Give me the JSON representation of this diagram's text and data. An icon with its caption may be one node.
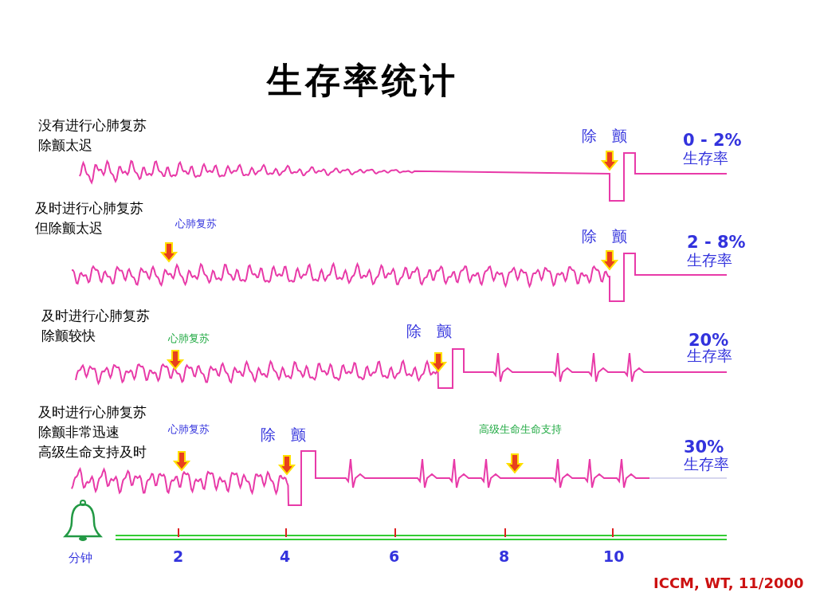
{
  "diagram": {
    "title": "生存率统计",
    "labels": [
      "没有进行心肺复苏",
      "除颤太迟",
      "除　颤",
      "0 - 2%",
      "生存率",
      "及时进行心肺复苏",
      "但除颤太迟",
      "心肺复苏",
      "除　颤",
      "2 - 8%",
      "生存率",
      "及时进行心肺复苏",
      "除颤较快",
      "除　颤",
      "心肺复苏",
      "20%",
      "生存率",
      "及时进行心肺复苏",
      "除颤非常迅速",
      "心肺复苏",
      "除　颤",
      "高级生命生命支持",
      "30%",
      "生存率",
      "高级生命支持及时",
      "分钟",
      "2",
      "4",
      "6",
      "8",
      "10",
      "ICCM, WT, 11/2000"
    ]
  }
}
